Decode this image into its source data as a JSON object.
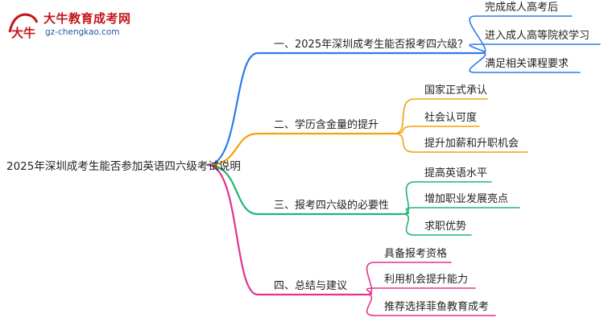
{
  "logo": {
    "name": "大牛教育成考网",
    "url": "gz-chengkao.com",
    "mark_text": "大牛"
  },
  "root": {
    "label": "2025年深圳成考生能否参加英语四六级考试说明"
  },
  "colors": {
    "blue": "#2b7de9",
    "orange": "#f2a20c",
    "green": "#22b573",
    "magenta": "#e0348f"
  },
  "branches": [
    {
      "label": "一、2025年深圳成考生能否报考四六级？",
      "color": "#2b7de9",
      "children": [
        "完成成人高考后",
        "进入成人高等院校学习",
        "满足相关课程要求"
      ]
    },
    {
      "label": "二、学历含金量的提升",
      "color": "#f2a20c",
      "children": [
        "国家正式承认",
        "社会认可度",
        "提升加薪和升职机会"
      ]
    },
    {
      "label": "三、报考四六级的必要性",
      "color": "#22b573",
      "children": [
        "提高英语水平",
        "增加职业发展亮点",
        "求职优势"
      ]
    },
    {
      "label": "四、总结与建议",
      "color": "#e0348f",
      "children": [
        "具备报考资格",
        "利用机会提升能力",
        "推荐选择菲鱼教育成考"
      ]
    }
  ]
}
